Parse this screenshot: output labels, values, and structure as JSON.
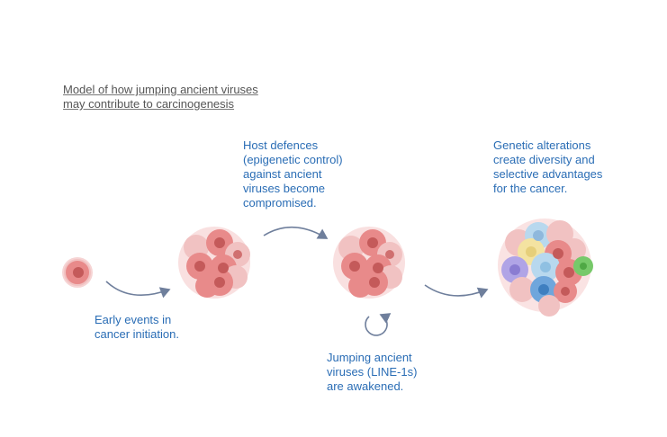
{
  "title": {
    "line1": "Model of how jumping ancient viruses",
    "line2": "may contribute to carcinogenesis"
  },
  "labels": {
    "early": [
      "Early events in",
      "cancer initiation."
    ],
    "host": [
      "Host defences",
      "(epigenetic control)",
      "against ancient",
      "viruses become",
      "compromised."
    ],
    "genetic": [
      "Genetic alterations",
      "create diversity and",
      "selective advantages",
      "for the cancer."
    ],
    "jumping": [
      "Jumping ancient",
      "viruses (LINE-1s)",
      "are awakened."
    ]
  },
  "colors": {
    "label_text": "#2a6db5",
    "arrow": "#6f7f9c",
    "cell_fill": "#e88a8a",
    "cell_light": "#f1c2c2",
    "nucleus": "#c45a5a",
    "clone_yellow": "#f4e3a1",
    "clone_blue": "#6fa6dc",
    "clone_lightblue": "#b8d8ee",
    "clone_purple": "#b0a4e6",
    "clone_green": "#77c96a"
  },
  "icons": [
    "single-cell-icon",
    "cell-cluster-icon",
    "heterogeneous-tumor-icon",
    "curved-arrow-icon",
    "circular-arrow-icon"
  ]
}
